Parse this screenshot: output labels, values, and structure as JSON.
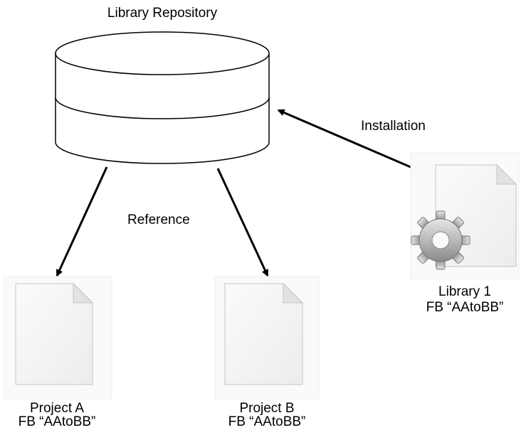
{
  "repository": {
    "title": "Library Repository"
  },
  "edges": {
    "installation_label": "Installation",
    "reference_label": "Reference"
  },
  "library": {
    "name": "Library 1",
    "fb": "FB “AAtoBB”",
    "icon": "gear-document-icon"
  },
  "projects": [
    {
      "name": "Project A",
      "fb": "FB “AAtoBB”",
      "icon": "document-icon"
    },
    {
      "name": "Project B",
      "fb": "FB “AAtoBB”",
      "icon": "document-icon"
    }
  ]
}
